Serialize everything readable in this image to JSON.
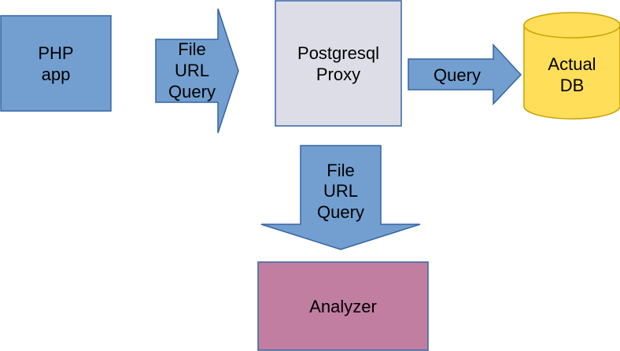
{
  "colors": {
    "box_blue": "#729fcf",
    "box_blue_border": "#3465a4",
    "arrow_fill": "#729fcf",
    "arrow_border": "#3465a4",
    "proxy_fill": "#dddde8",
    "proxy_border": "#3465a4",
    "db_fill": "#ffde59",
    "db_border": "#c9a100",
    "analyzer_fill": "#c17ea0",
    "analyzer_border": "#3465a4"
  },
  "nodes": {
    "php_app": {
      "line1": "PHP",
      "line2": "app"
    },
    "proxy": {
      "line1": "Postgresql",
      "line2": "Proxy"
    },
    "actual_db": {
      "line1": "Actual",
      "line2": "DB"
    },
    "analyzer": {
      "label": "Analyzer"
    }
  },
  "arrows": {
    "php_to_proxy": {
      "line1": "File",
      "line2": "URL",
      "line3": "Query"
    },
    "proxy_to_db": {
      "label": "Query"
    },
    "proxy_to_analyzer": {
      "line1": "File",
      "line2": "URL",
      "line3": "Query"
    }
  }
}
